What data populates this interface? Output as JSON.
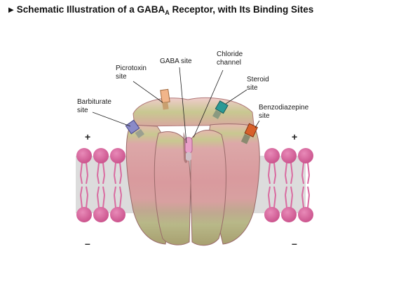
{
  "title": {
    "prefix": "Schematic Illustration of a GABA",
    "subscript": "A",
    "suffix": " Receptor, with Its Binding Sites"
  },
  "labels": {
    "gaba_site": "GABA site",
    "chloride_channel_line1": "Chloride",
    "chloride_channel_line2": "channel",
    "picrotoxin_line1": "Picrotoxin",
    "picrotoxin_line2": "site",
    "steroid_line1": "Steroid",
    "steroid_line2": "site",
    "barbiturate_line1": "Barbiturate",
    "barbiturate_line2": "site",
    "benzodiazepine_line1": "Benzodiazepine",
    "benzodiazepine_line2": "site"
  },
  "charges": {
    "plus": "+",
    "minus": "–"
  },
  "colors": {
    "lipid_head": "#d4649a",
    "lipid_tail": "#d96aa0",
    "membrane_bg": "#e0e0e0",
    "receptor_pink": "#d99a9e",
    "receptor_green": "#b8c08a",
    "receptor_olive": "#a8a878",
    "picrotoxin_site": "#f2b58a",
    "steroid_site": "#2a9a96",
    "barbiturate_site": "#8a8ac8",
    "benzodiazepine_site": "#d8602a",
    "gaba_site": "#e8a0c8"
  }
}
